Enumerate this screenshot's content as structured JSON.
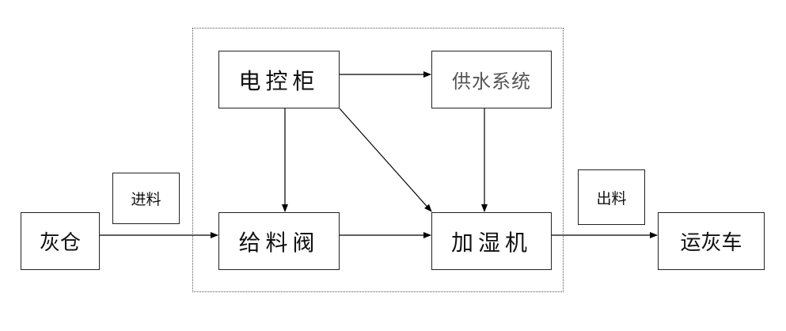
{
  "diagram": {
    "nodes": {
      "ash_silo": "灰仓",
      "control_cabinet": "电控柜",
      "water_system": "供水系统",
      "feed_valve": "给料阀",
      "humidifier": "加湿机",
      "ash_truck": "运灰车"
    },
    "labels": {
      "inlet": "进料",
      "outlet": "出料"
    },
    "edges": [
      {
        "from": "ash_silo",
        "to": "feed_valve"
      },
      {
        "from": "control_cabinet",
        "to": "water_system"
      },
      {
        "from": "control_cabinet",
        "to": "feed_valve"
      },
      {
        "from": "control_cabinet",
        "to": "humidifier"
      },
      {
        "from": "water_system",
        "to": "humidifier"
      },
      {
        "from": "feed_valve",
        "to": "humidifier"
      },
      {
        "from": "humidifier",
        "to": "ash_truck"
      }
    ]
  },
  "colors": {
    "line": "#000000",
    "frame": "#555555",
    "muted_text": "#555555"
  }
}
